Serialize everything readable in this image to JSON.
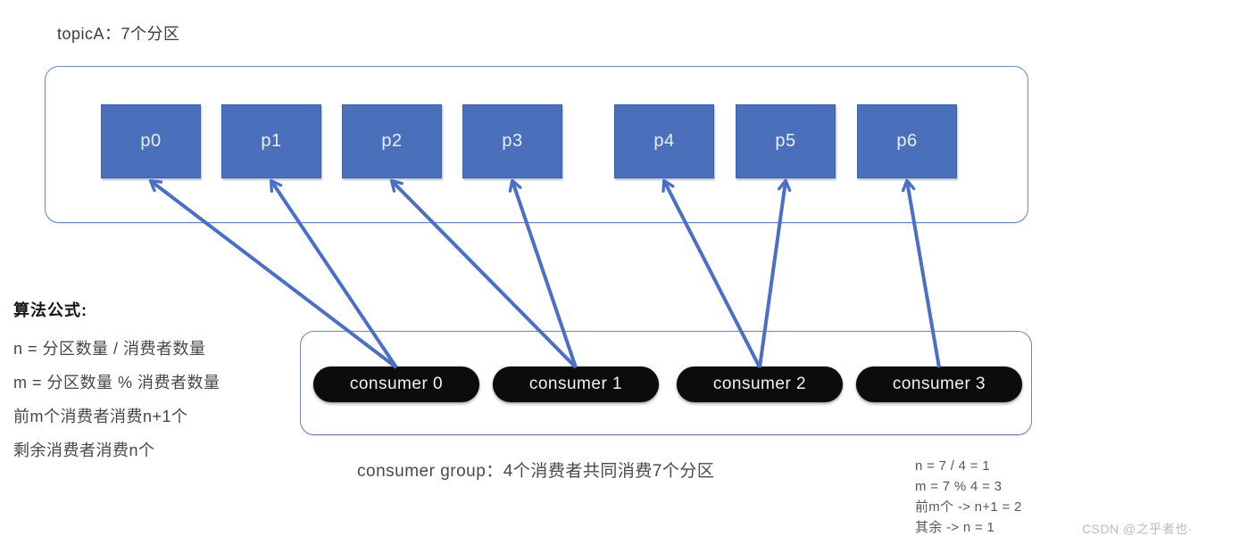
{
  "title": "topicA：7个分区",
  "colors": {
    "partition_fill": "#4a70bc",
    "arrow_blue": "#4a6fc4",
    "container_border": "#6e84ba",
    "pill_black": "#0c0c0c"
  },
  "topic": {
    "partitions": [
      "p0",
      "p1",
      "p2",
      "p3",
      "p4",
      "p5",
      "p6"
    ]
  },
  "consumer_group": {
    "consumers": [
      "consumer 0",
      "consumer 1",
      "consumer 2",
      "consumer 3"
    ],
    "label": "consumer group：4个消费者共同消费7个分区"
  },
  "assignments": [
    {
      "consumer": 0,
      "partition": 0
    },
    {
      "consumer": 0,
      "partition": 1
    },
    {
      "consumer": 1,
      "partition": 2
    },
    {
      "consumer": 1,
      "partition": 3
    },
    {
      "consumer": 2,
      "partition": 4
    },
    {
      "consumer": 2,
      "partition": 5
    },
    {
      "consumer": 3,
      "partition": 6
    }
  ],
  "formula": {
    "heading": "算法公式:",
    "lines": [
      "n = 分区数量 / 消费者数量",
      "m = 分区数量 % 消费者数量",
      "前m个消费者消费n+1个",
      "剩余消费者消费n个"
    ]
  },
  "calculation": {
    "lines": [
      "n = 7 / 4 = 1",
      "m = 7 % 4 = 3",
      "前m个 -> n+1 = 2",
      "其余 -> n = 1"
    ]
  },
  "watermark": "CSDN @之乎者也·"
}
